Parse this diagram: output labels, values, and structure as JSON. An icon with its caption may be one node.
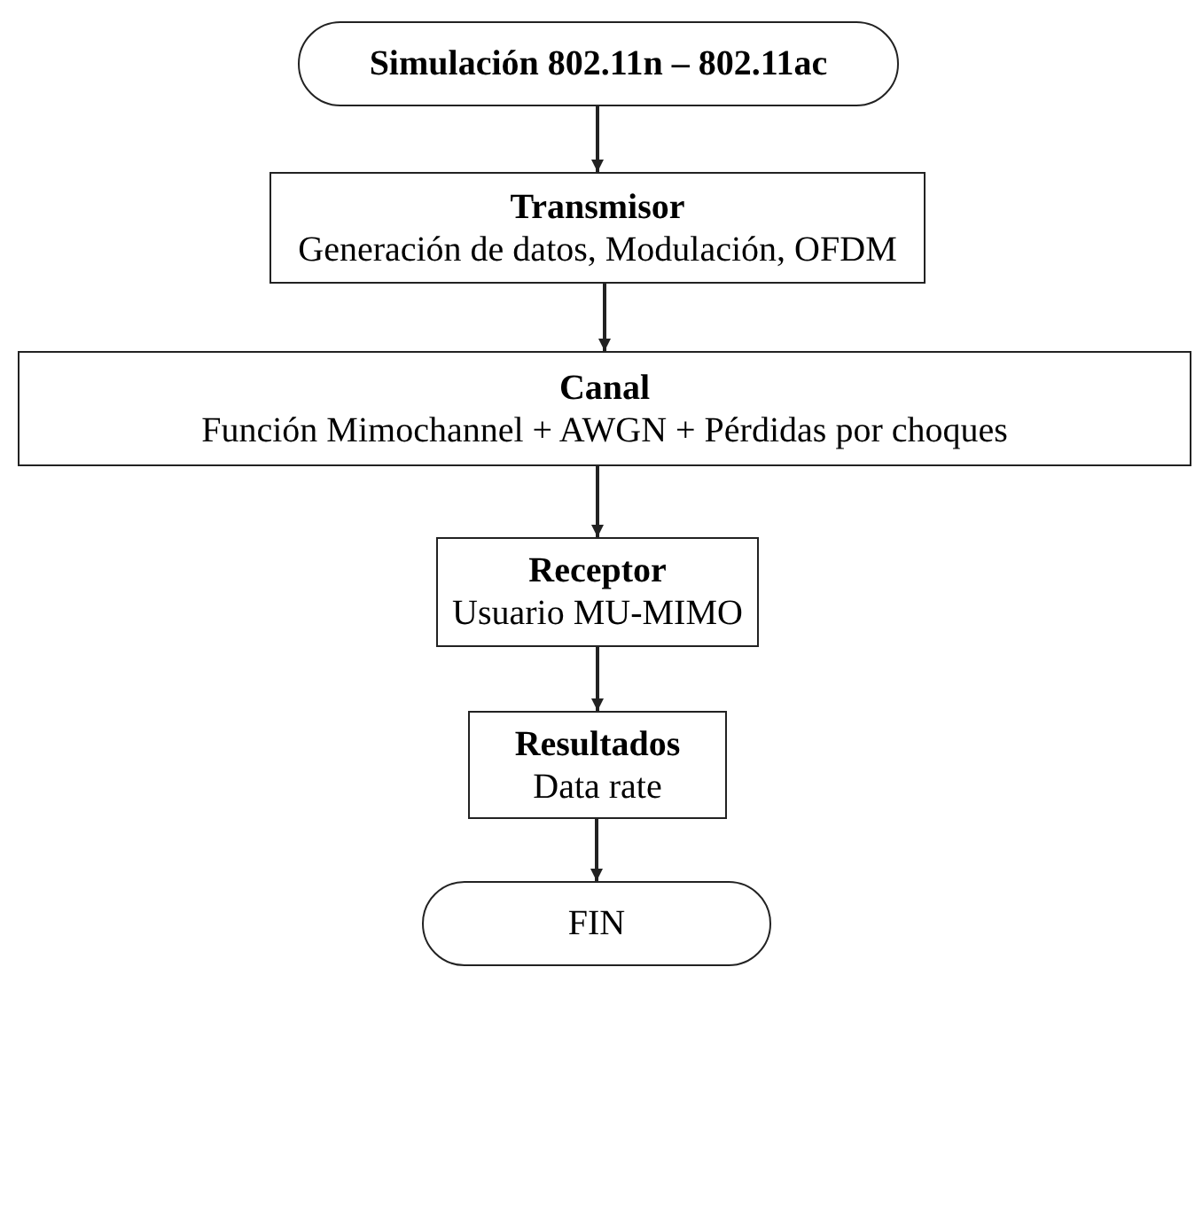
{
  "diagram": {
    "nodes": [
      {
        "text": [
          "Simulación 802.11n – 802.11ac"
        ]
      },
      {
        "text": [
          "Transmisor",
          "Generación de datos, Modulación, OFDM"
        ]
      },
      {
        "text": [
          "Canal",
          "Función Mimochannel + AWGN + Pérdidas por choques"
        ]
      },
      {
        "text": [
          "Receptor",
          "Usuario MU-MIMO"
        ]
      },
      {
        "text": [
          "Resultados",
          "Data rate"
        ]
      },
      {
        "text": [
          "FIN"
        ]
      }
    ],
    "edges": [
      {
        "from": 0,
        "to": 1,
        "arrow": "to"
      },
      {
        "from": 1,
        "to": 2,
        "arrow": "to"
      },
      {
        "from": 2,
        "to": 3,
        "arrow": "to"
      },
      {
        "from": 3,
        "to": 4,
        "arrow": "to"
      },
      {
        "from": 4,
        "to": 5,
        "arrow": "to"
      }
    ]
  }
}
